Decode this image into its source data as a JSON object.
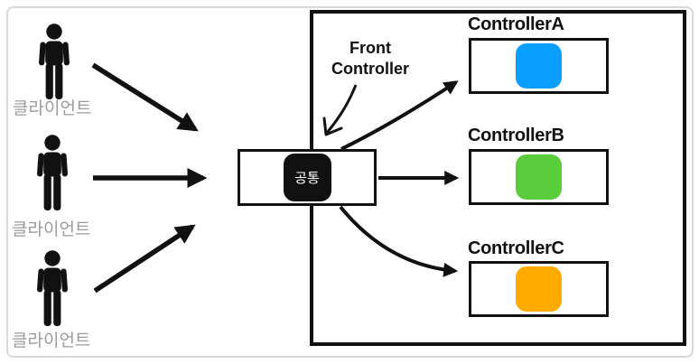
{
  "clients": {
    "items": [
      {
        "label": "클라이언트"
      },
      {
        "label": "클라이언트"
      },
      {
        "label": "클라이언트"
      }
    ]
  },
  "front_controller": {
    "annotation_line1": "Front",
    "annotation_line2": "Controller",
    "box_label": "공통"
  },
  "controllers": [
    {
      "name": "ControllerA",
      "color": "#0A9FFF"
    },
    {
      "name": "ControllerB",
      "color": "#5ACD3C"
    },
    {
      "name": "ControllerC",
      "color": "#FFAB00"
    }
  ],
  "colors": {
    "outline": "#111111",
    "client_label": "#9B9B9B",
    "frame_border": "#D9D9D9"
  }
}
